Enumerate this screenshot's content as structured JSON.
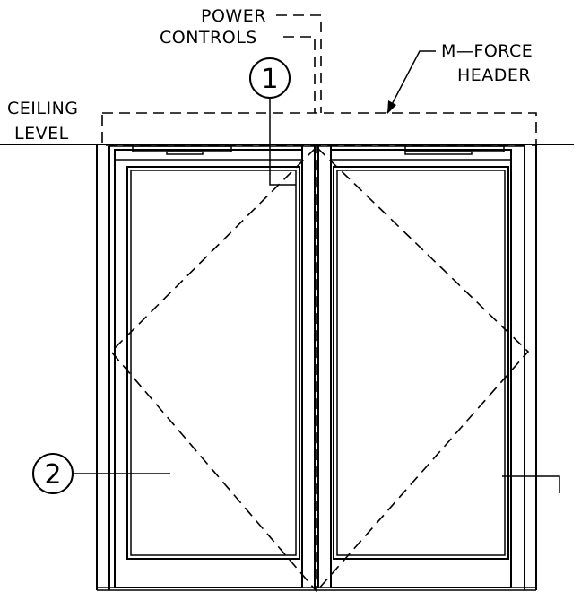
{
  "labels": {
    "power": "POWER",
    "controls": "CONTROLS",
    "mforce_line1": "M—FORCE",
    "mforce_line2": "HEADER",
    "ceiling_line1": "CEILING",
    "ceiling_line2": "LEVEL"
  },
  "callouts": {
    "one": "1",
    "two": "2"
  }
}
